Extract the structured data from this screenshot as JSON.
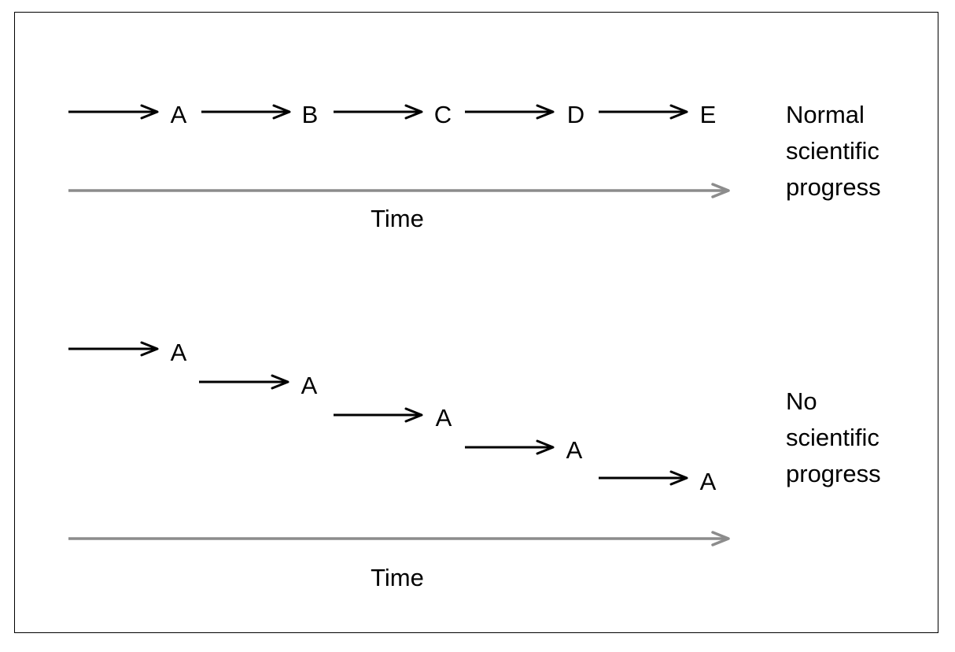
{
  "colors": {
    "arrow": "#000000",
    "time_axis": "#8c8c8c",
    "text": "#000000",
    "frame": "#000000"
  },
  "panels": [
    {
      "id": "normal",
      "caption_lines": [
        "Normal",
        "scientific",
        "progress"
      ],
      "nodes": [
        "A",
        "B",
        "C",
        "D",
        "E"
      ],
      "stepped": false,
      "time_label": "Time"
    },
    {
      "id": "none",
      "caption_lines": [
        "No",
        "scientific",
        "progress"
      ],
      "nodes": [
        "A",
        "A",
        "A",
        "A",
        "A"
      ],
      "stepped": true,
      "time_label": "Time"
    }
  ]
}
